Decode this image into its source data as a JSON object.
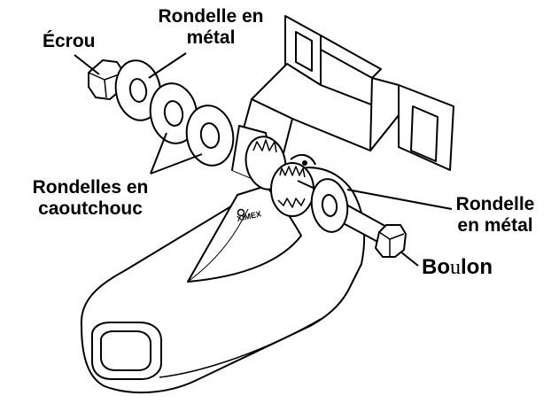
{
  "labels": {
    "ecrou": "Écrou",
    "rondelle_metal_top": [
      "Rondelle en",
      "métal"
    ],
    "rondelles_caoutchouc": [
      "Rondelles en",
      "caoutchouc"
    ],
    "rondelle_metal_right": [
      "Rondelle",
      "en métal"
    ],
    "boulon": [
      "Bo",
      "u",
      "lon"
    ]
  },
  "transducer_logo": "XIMEX"
}
